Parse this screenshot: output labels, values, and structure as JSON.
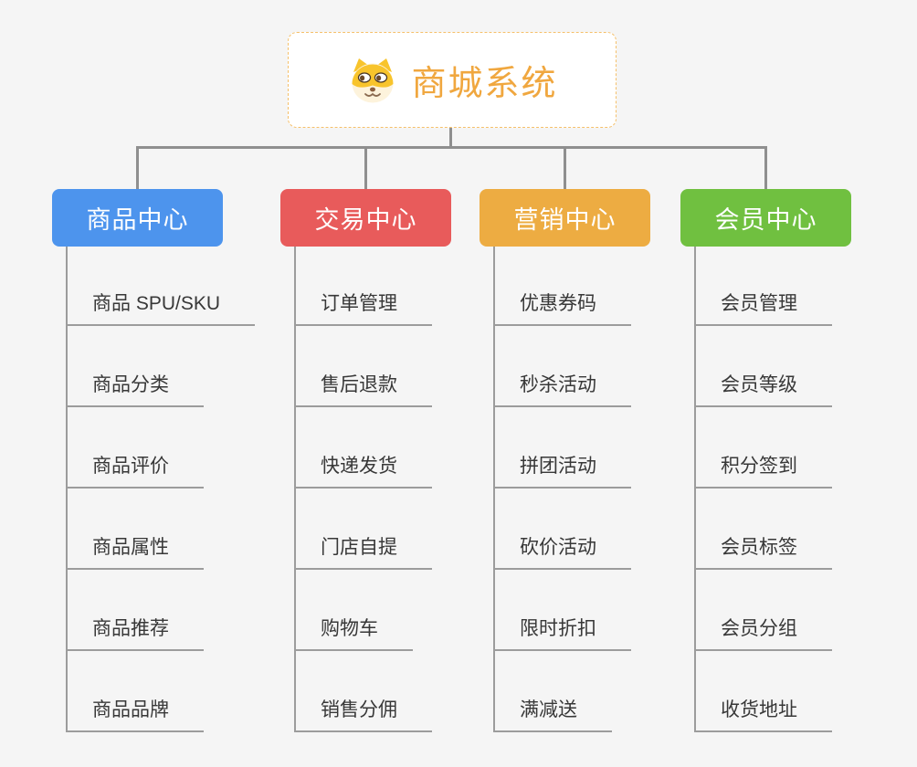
{
  "root": {
    "title": "商城系统",
    "icon": "dog-face-icon"
  },
  "branches": [
    {
      "label": "商品中心",
      "color": "#4D94ED",
      "children": [
        "商品 SPU/SKU",
        "商品分类",
        "商品评价",
        "商品属性",
        "商品推荐",
        "商品品牌"
      ]
    },
    {
      "label": "交易中心",
      "color": "#E85B5B",
      "children": [
        "订单管理",
        "售后退款",
        "快递发货",
        "门店自提",
        "购物车",
        "销售分佣"
      ]
    },
    {
      "label": "营销中心",
      "color": "#EDAC42",
      "children": [
        "优惠券码",
        "秒杀活动",
        "拼团活动",
        "砍价活动",
        "限时折扣",
        "满减送"
      ]
    },
    {
      "label": "会员中心",
      "color": "#70C040",
      "children": [
        "会员管理",
        "会员等级",
        "积分签到",
        "会员标签",
        "会员分组",
        "收货地址"
      ]
    }
  ],
  "theme": {
    "background": "#F5F5F5",
    "connector": "#8F8F8F",
    "underline": "#9C9C9C",
    "child_text": "#383838",
    "root_border": "#F5C06A",
    "root_text": "#F0A73F"
  }
}
